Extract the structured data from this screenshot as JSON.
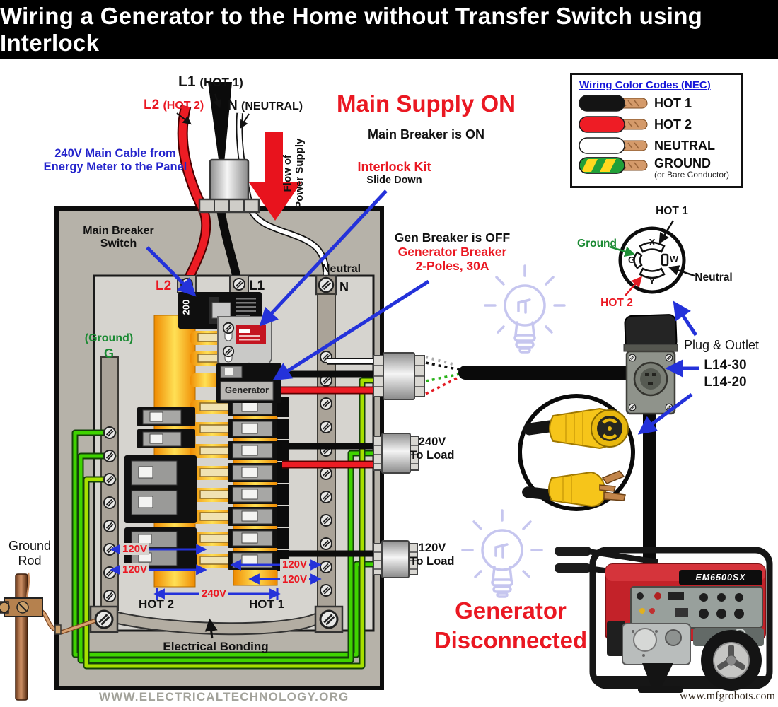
{
  "title": "Wiring a Generator to the Home without Transfer Switch using Interlock",
  "supply": {
    "l1": "L1",
    "l1_paren": "(HOT 1)",
    "l2": "L2",
    "l2_paren": "(HOT 2)",
    "n": "N",
    "n_paren": "(NEUTRAL)",
    "main_cable_line1": "240V Main Cable from",
    "main_cable_line2": "Energy Meter to the Panel",
    "flow_line1": "Flow of",
    "flow_line2": "Power Supply",
    "main_supply": "Main Supply ON",
    "main_breaker_state": "Main Breaker is ON"
  },
  "legend": {
    "title": "Wiring Color Codes (NEC)",
    "items": [
      {
        "label": "HOT 1",
        "color": "#141414"
      },
      {
        "label": "HOT 2",
        "color": "#ee1c25"
      },
      {
        "label": "NEUTRAL",
        "color": "#ffffff"
      },
      {
        "label": "GROUND",
        "color": "#21a038",
        "note": "(or Bare Conductor)"
      }
    ]
  },
  "interlock": {
    "title": "Interlock Kit",
    "subtitle": "Slide Down"
  },
  "gen_breaker": {
    "state": "Gen Breaker is OFF",
    "name": "Generator Breaker",
    "spec": "2-Poles, 30A"
  },
  "panel": {
    "main_breaker_label_line1": "Main Breaker",
    "main_breaker_label_line2": "Switch",
    "main_breaker_rating": "200",
    "l2": "L2",
    "l1": "L1",
    "neutral": "Neutral",
    "n": "N",
    "ground": "(Ground)",
    "g": "G",
    "gen_breaker_name": "Generator",
    "v120": "120V",
    "v240": "240V",
    "hot2": "HOT 2",
    "hot1": "HOT 1",
    "bonding": "Electrical Bonding"
  },
  "loads": {
    "load_240_line1": "240V",
    "load_240_line2": "To Load",
    "load_120_line1": "120V",
    "load_120_line2": "To Load"
  },
  "plug": {
    "hot1": "HOT 1",
    "ground": "Ground",
    "neutral": "Neutral",
    "hot2": "HOT 2",
    "pin_x": "X",
    "pin_g": "G",
    "pin_w": "W",
    "pin_y": "Y",
    "title": "Plug & Outlet",
    "type1": "L14-30",
    "type2": "L14-20"
  },
  "ground_rod": {
    "line1": "Ground",
    "line2": "Rod"
  },
  "generator": {
    "model": "EM6500SX",
    "status_line1": "Generator",
    "status_line2": "Disconnected"
  },
  "footer": {
    "site": "WWW.ELECTRICALTECHNOLOGY.ORG",
    "watermark": "www.mfgrobots.com"
  }
}
